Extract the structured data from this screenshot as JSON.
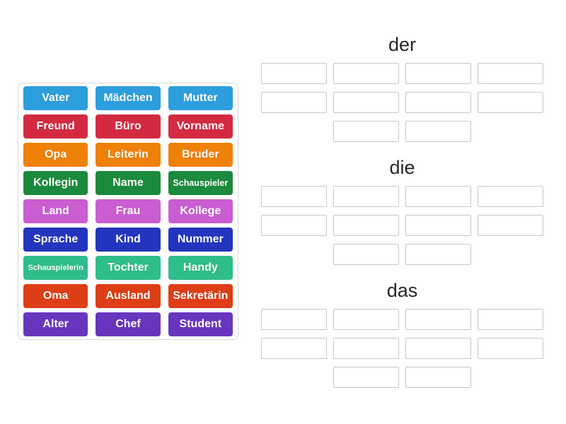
{
  "app": {
    "kind": "group-sort-activity",
    "background": "#ffffff"
  },
  "word_bank": {
    "tiles": [
      {
        "label": "Vater",
        "color": "#2C9EDD"
      },
      {
        "label": "Mädchen",
        "color": "#2C9EDD"
      },
      {
        "label": "Mutter",
        "color": "#2C9EDD"
      },
      {
        "label": "Freund",
        "color": "#D42A41"
      },
      {
        "label": "Büro",
        "color": "#D42A41"
      },
      {
        "label": "Vorname",
        "color": "#D42A41"
      },
      {
        "label": "Opa",
        "color": "#EF8008"
      },
      {
        "label": "Leiterin",
        "color": "#EF8008"
      },
      {
        "label": "Bruder",
        "color": "#EF8008"
      },
      {
        "label": "Kollegin",
        "color": "#1B8A3C"
      },
      {
        "label": "Name",
        "color": "#1B8A3C"
      },
      {
        "label": "Schauspieler",
        "color": "#1B8A3C"
      },
      {
        "label": "Land",
        "color": "#C95DD1"
      },
      {
        "label": "Frau",
        "color": "#C95DD1"
      },
      {
        "label": "Kollege",
        "color": "#C95DD1"
      },
      {
        "label": "Sprache",
        "color": "#2335BE"
      },
      {
        "label": "Kind",
        "color": "#2335BE"
      },
      {
        "label": "Nummer",
        "color": "#2335BE"
      },
      {
        "label": "Schauspielerin",
        "color": "#2FBD89"
      },
      {
        "label": "Tochter",
        "color": "#2FBD89"
      },
      {
        "label": "Handy",
        "color": "#2FBD89"
      },
      {
        "label": "Oma",
        "color": "#DD3E16"
      },
      {
        "label": "Ausland",
        "color": "#DD3E16"
      },
      {
        "label": "Sekretärin",
        "color": "#DD3E16"
      },
      {
        "label": "Alter",
        "color": "#6836BE"
      },
      {
        "label": "Chef",
        "color": "#6836BE"
      },
      {
        "label": "Student",
        "color": "#6836BE"
      }
    ]
  },
  "groups": [
    {
      "label": "der",
      "slot_rows": [
        4,
        4,
        2
      ]
    },
    {
      "label": "die",
      "slot_rows": [
        4,
        4,
        2
      ]
    },
    {
      "label": "das",
      "slot_rows": [
        4,
        4,
        2
      ]
    }
  ],
  "styles": {
    "slot_border": "#c7c7c7",
    "title_color": "#26262c",
    "bank_border": "#d8d8d8"
  }
}
